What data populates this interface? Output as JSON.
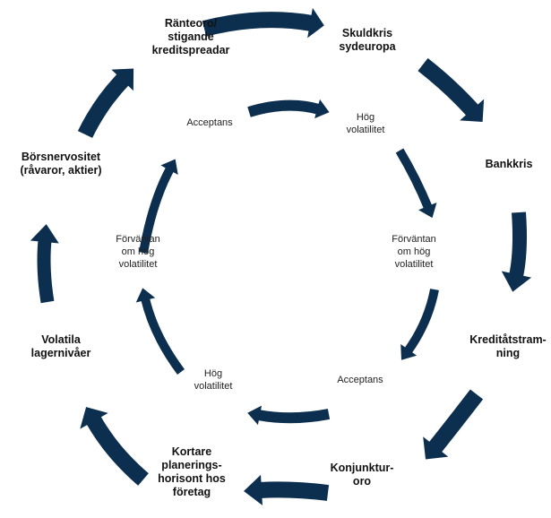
{
  "colors": {
    "arrow": "#0d2f4f",
    "text": "#111111"
  },
  "outer_cycle": [
    "Ränteoro/\nstigande\nkreditspreadar",
    "Skuldkris\nsydeuropa",
    "Bankkris",
    "Kreditåtstram-\nning",
    "Konjunktur-\noro",
    "Kortare\nplanerings-\nhorisont hos\nföretag",
    "Volatila\nlagernivåer",
    "Börsnervositet\n(råvaror, aktier)"
  ],
  "inner_cycle": [
    "Acceptans",
    "Hög\nvolatilitet",
    "Förväntan\nom hög\nvolatilitet",
    "Acceptans",
    "Hög\nvolatilitet",
    "Förväntan\nom hög\nvolatilitet"
  ]
}
